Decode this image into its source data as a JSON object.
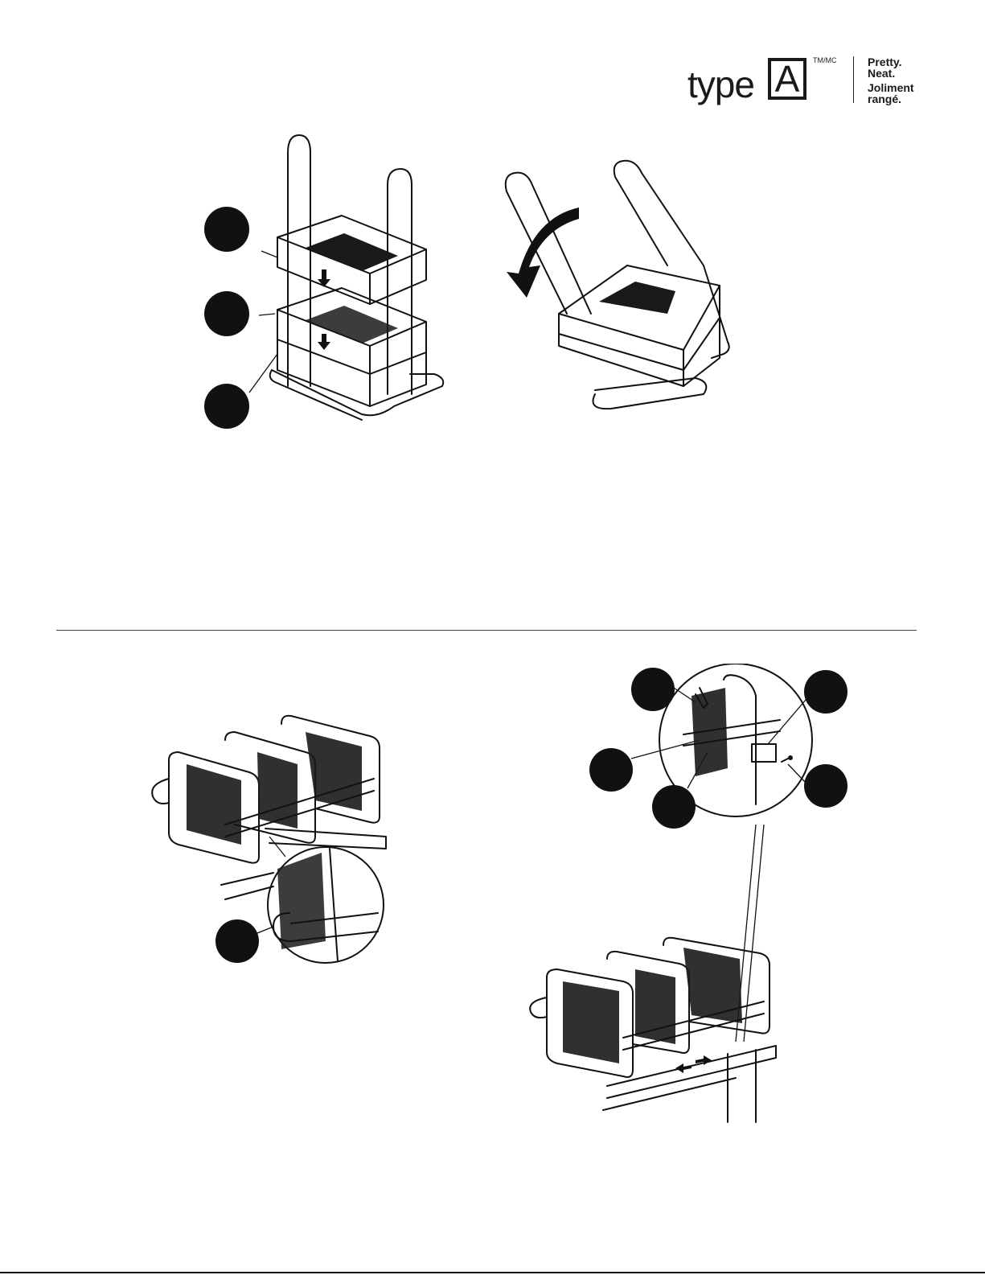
{
  "brand": {
    "wordmark": "type",
    "letter": "A",
    "trademark": "TM/MC",
    "tagline_en": "Pretty.\nNeat.",
    "tagline_fr": "Joliment\nrangé."
  },
  "icons": {
    "callout": "solid-black-circle",
    "rotate": "curved-arrow-counterclockwise",
    "direction": "down-arrow",
    "slide": "double-horizontal-arrow"
  },
  "colors": {
    "ink": "#111111",
    "background": "#ffffff"
  }
}
